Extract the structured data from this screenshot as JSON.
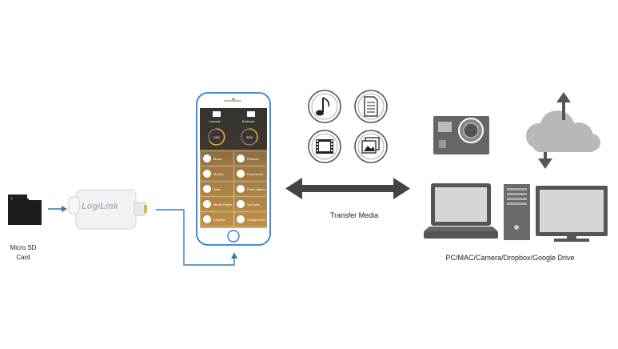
{
  "labels": {
    "micro_sd": "Micro SD\nCard",
    "brand": "LogiLink",
    "transfer": "Transfer Media",
    "targets": "PC/MAC/Camera/Dropbox/Google Drive"
  },
  "phone": {
    "internal_label": "Internal",
    "external_label": "External",
    "internal_percent": "63%",
    "external_percent": "39%",
    "grid": [
      "Music",
      "Pictures",
      "Movies",
      "Documents",
      "Scan",
      "Photo Album",
      "Media Player",
      "YouTube",
      "Dropbox",
      "Google Drive"
    ]
  },
  "media_icons": [
    "music-note-icon",
    "document-icon",
    "film-icon",
    "pictures-icon"
  ],
  "colors": {
    "arrow_blue": "#2f7fb4",
    "phone_outline": "#2a7fd6",
    "icon_gray": "#555555",
    "cloud_gray": "#b8b8b8"
  }
}
